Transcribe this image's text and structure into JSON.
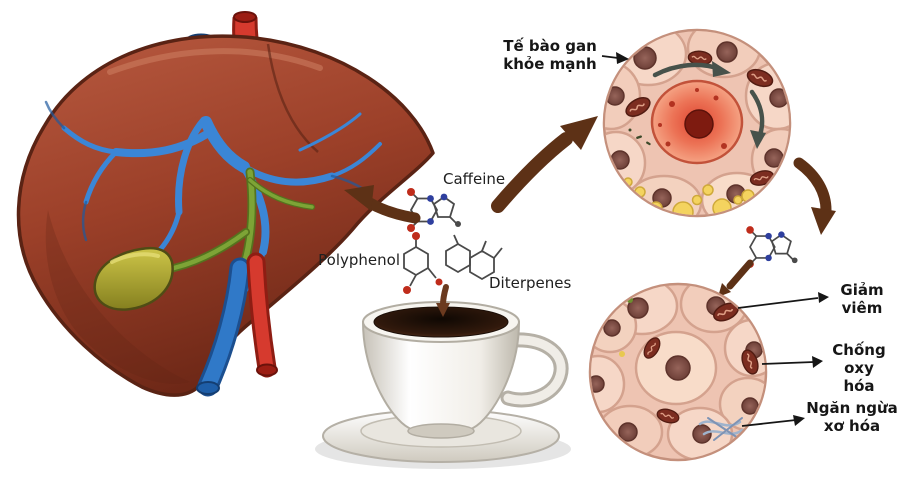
{
  "compounds": {
    "caffeine": "Caffeine",
    "polyphenol": "Polyphenol",
    "diterpenes": "Diterpenes"
  },
  "cell_labels": {
    "healthy": "Tế bào gan khỏe mạnh",
    "reduce_inflammation": "Giảm viêm",
    "antioxidant": "Chống oxy hóa",
    "prevent_fibrosis": "Ngăn ngừa xơ hóa"
  },
  "colors": {
    "arrow_brown": "#5d3116",
    "liver_red_brown": "#9c4029",
    "vein_blue": "#3079c8",
    "artery_red": "#d63a2e",
    "bile_green": "#7da436",
    "gallbladder_olive": "#a5a02f",
    "cell_pink": "#f3d0bf",
    "nucleus_brown": "#6e4038",
    "inflamed_red": "#de4430",
    "fat_yellow": "#f4d35f",
    "fibrosis_blue": "#9fb3cc",
    "label_text": "#161616"
  }
}
